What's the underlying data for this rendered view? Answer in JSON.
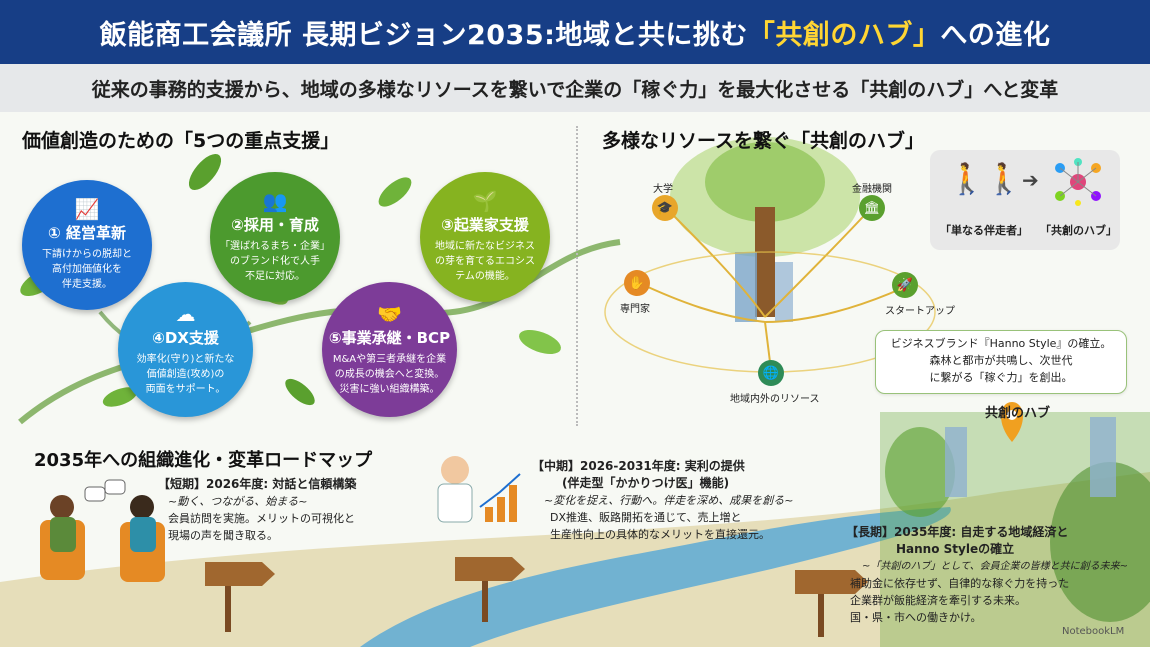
{
  "header": {
    "title_main": "飯能商工会議所 長期ビジョン2035:地域と共に挑む",
    "title_highlight": "「共創のハブ」",
    "title_end": "への進化"
  },
  "subheader": "従来の事務的支援から、地域の多様なリソースを繋いで企業の「稼ぐ力」を最大化させる「共創のハブ」へと変革",
  "left_section": {
    "title": "価値創造のための「5つの重点支援」",
    "supports": [
      {
        "title": "① 経営革新",
        "desc": "下請けからの脱却と\n高付加価値化を\n伴走支援。",
        "color": "#1e6fd0",
        "icon": "chart-up-icon"
      },
      {
        "title": "②採用・育成",
        "desc": "「選ばれるまち・企業」\nのブランド化で人手\n不足に対応。",
        "color": "#4c9a2e",
        "icon": "people-icon"
      },
      {
        "title": "③起業家支援",
        "desc": "地域に新たなビジネス\nの芽を育てるエコシス\nテムの機能。",
        "color": "#86b320",
        "icon": "sprout-icon"
      },
      {
        "title": "④DX支援",
        "desc": "効率化(守り)と新たな\n価値創造(攻め)の\n両面をサポート。",
        "color": "#2996d8",
        "icon": "cloud-icon"
      },
      {
        "title": "⑤事業承継・BCP",
        "desc": "M&Aや第三者承継を企業\nの成長の機会へと変換。\n災害に強い組織構築。",
        "color": "#7d3c98",
        "icon": "handshake-icon"
      }
    ]
  },
  "right_section": {
    "title": "多様なリソースを繋ぐ「共創のハブ」",
    "resources": [
      "大学",
      "金融機関",
      "専門家",
      "スタートアップ",
      "地域内外のリソース"
    ],
    "comparison": {
      "left": "「単なる伴走者」",
      "right": "「共創のハブ」"
    },
    "brand_text": "ビジネスブランド『Hanno Style』の確立。\n森林と都市が共鳴し、次世代\nに繋がる「稼ぐ力」を創出。"
  },
  "roadmap": {
    "title": "2035年への組織進化・変革ロードマップ",
    "short": {
      "title": "【短期】2026年度: 対話と信頼構築",
      "slogan": "~動く、つながる、始まる~",
      "desc": "会員訪問を実施。メリットの可視化と\n現場の声を聞き取る。"
    },
    "mid": {
      "title": "【中期】2026-2031年度: 実利の提供",
      "title2": "(伴走型「かかりつけ医」機能)",
      "slogan": "~変化を捉え、行動へ。伴走を深め、成果を創る~",
      "desc": "DX推進、販路開拓を通じて、売上増と\n生産性向上の具体的なメリットを直接還元。"
    },
    "long": {
      "title": "【長期】2035年度: 自走する地域経済と",
      "title2": "Hanno Styleの確立",
      "slogan": "~「共創のハブ」として、会員企業の皆様と共に創る未来~",
      "desc": "補助金に依存せず、自律的な稼ぐ力を持った\n企業群が飯能経済を牽引する未来。\n国・県・市への働きかけ。"
    },
    "hub_label": "共創のハブ"
  },
  "watermark": "NotebookLM",
  "colors": {
    "header_bg": "#173e86",
    "highlight": "#ffd633",
    "subheader_bg": "#e6e8ea"
  }
}
